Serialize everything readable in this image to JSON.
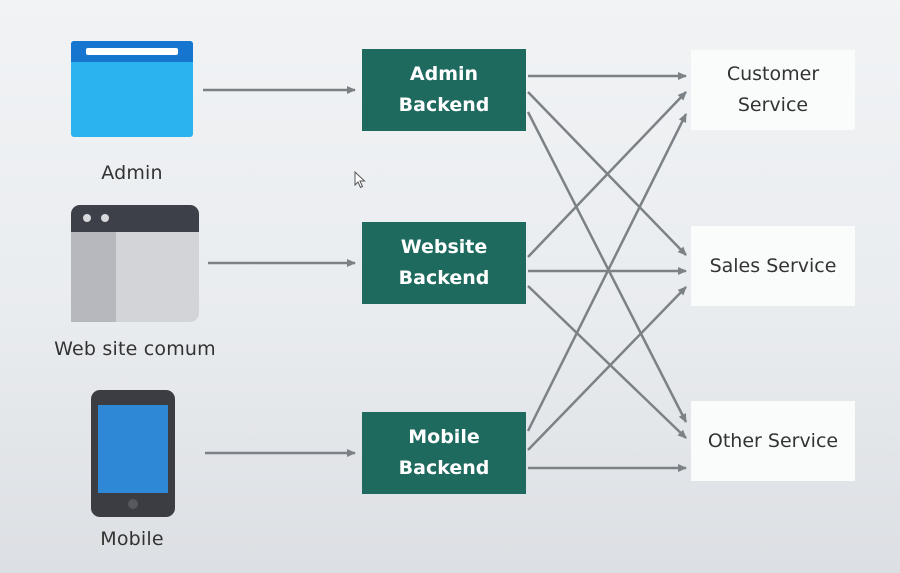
{
  "clients": {
    "admin": {
      "label": "Admin",
      "icon": "browser-window-icon"
    },
    "website": {
      "label": "Web site comum",
      "icon": "desktop-app-window-icon"
    },
    "mobile": {
      "label": "Mobile",
      "icon": "smartphone-icon"
    }
  },
  "backends": {
    "admin": {
      "line1": "Admin",
      "line2": "Backend"
    },
    "website": {
      "line1": "Website",
      "line2": "Backend"
    },
    "mobile": {
      "line1": "Mobile",
      "line2": "Backend"
    }
  },
  "services": {
    "customer": {
      "line1": "Customer",
      "line2": "Service"
    },
    "sales": {
      "line1": "Sales Service"
    },
    "other": {
      "line1": "Other Service"
    }
  },
  "colors": {
    "backend_fill": "#1e6a5e",
    "arrow": "#7c8186",
    "browser_blue": "#2bb3f0",
    "phone_screen": "#2f88d6"
  }
}
